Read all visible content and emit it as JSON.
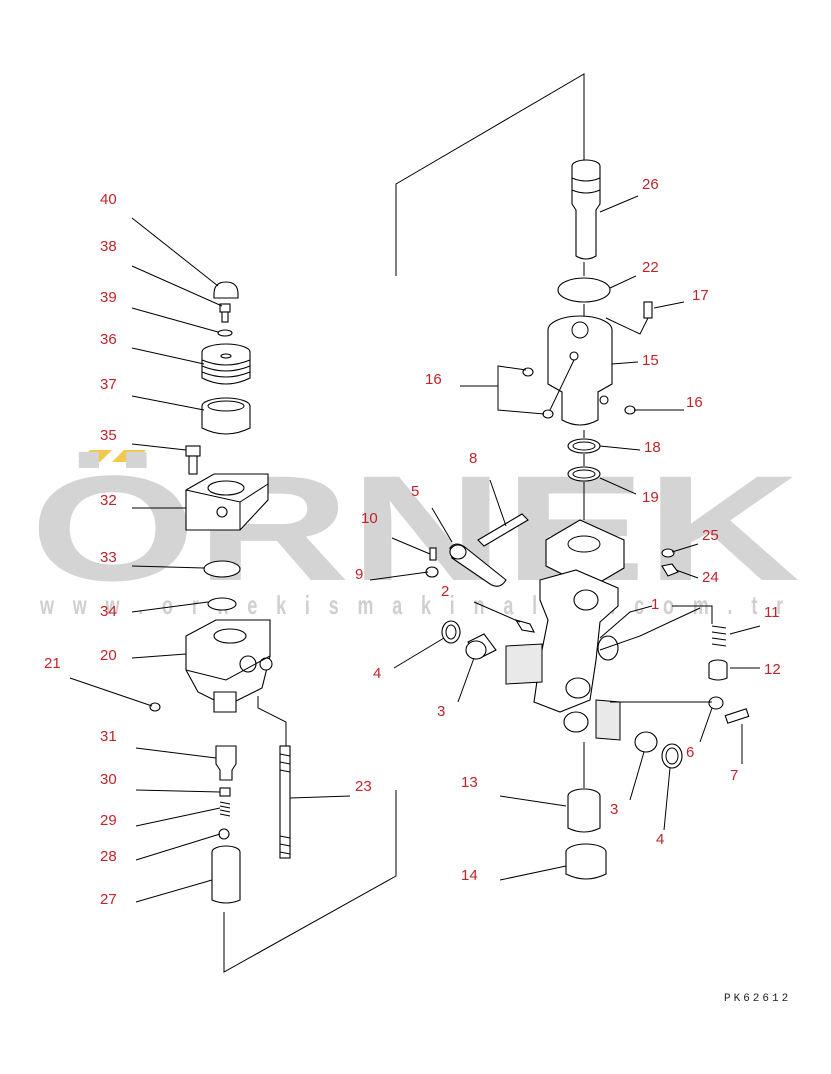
{
  "watermark": {
    "brand": "ÖRNEK",
    "url": "w w w . o r n e k i s m a k i n a l a r . c o m . t r",
    "accent_color": "#f2c94c"
  },
  "drawing_code": "PK62612",
  "label_color": "#c0242a",
  "labels": {
    "l40": "40",
    "l38": "38",
    "l39": "39",
    "l36": "36",
    "l37": "37",
    "l35": "35",
    "l32": "32",
    "l33": "33",
    "l34": "34",
    "l21": "21",
    "l20": "20",
    "l31": "31",
    "l30": "30",
    "l29": "29",
    "l28": "28",
    "l27": "27",
    "l23": "23",
    "l26": "26",
    "l22": "22",
    "l17": "17",
    "l15": "15",
    "l16a": "16",
    "l16b": "16",
    "l18": "18",
    "l19": "19",
    "l8": "8",
    "l5": "5",
    "l10": "10",
    "l9": "9",
    "l25": "25",
    "l24": "24",
    "l2": "2",
    "l1": "1",
    "l11": "11",
    "l12": "12",
    "l4a": "4",
    "l3a": "3",
    "l6": "6",
    "l7": "7",
    "l13": "13",
    "l3b": "3",
    "l4b": "4",
    "l14": "14"
  }
}
